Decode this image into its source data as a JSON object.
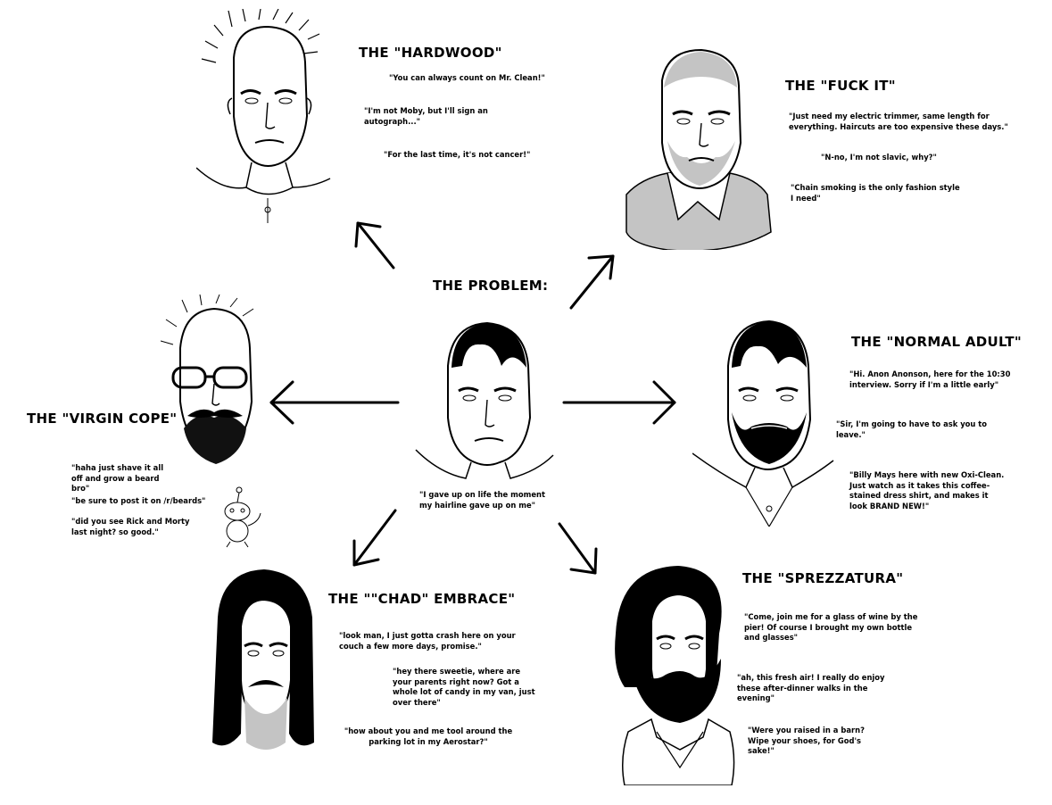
{
  "center": {
    "title": "THE PROBLEM:",
    "quote": "\"I gave up on life the moment my hairline gave up on me\""
  },
  "panels": {
    "hardwood": {
      "title": "THE \"HARDWOOD\"",
      "quotes": [
        "\"You can always count on Mr. Clean!\"",
        "\"I'm not Moby, but I'll sign an autograph...\"",
        "\"For the last time, it's not cancer!\""
      ]
    },
    "fuckit": {
      "title": "THE \"FUCK IT\"",
      "quotes": [
        "\"Just need my electric trimmer, same length for everything. Haircuts are too expensive these days.\"",
        "\"N-no, I'm not slavic, why?\"",
        "\"Chain smoking is the only fashion style I need\""
      ]
    },
    "normaladult": {
      "title": "THE \"NORMAL ADULT\"",
      "quotes": [
        "\"Hi. Anon Anonson, here for the 10:30 interview. Sorry if I'm a little early\"",
        "\"Sir, I'm going to have to ask you to leave.\"",
        "\"Billy Mays here with new Oxi-Clean. Just watch as it takes this coffee-stained dress shirt, and makes it look BRAND NEW!\""
      ]
    },
    "virgincope": {
      "title": "THE \"VIRGIN COPE\"",
      "quotes": [
        "\"haha just shave it all off and grow a beard bro\"",
        "\"be sure to post it on /r/beards\"",
        "\"did you see Rick and Morty last night? so good.\""
      ]
    },
    "chad": {
      "title": "THE \"\"CHAD\" EMBRACE\"",
      "quotes": [
        "\"look man, I just gotta crash here on your couch a few more days, promise.\"",
        "\"hey there sweetie, where are your parents right now? Got a whole lot of candy in my van, just over there\"",
        "\"how about you and me tool around the parking lot in my Aerostar?\""
      ]
    },
    "sprezzatura": {
      "title": "THE \"SPREZZATURA\"",
      "quotes": [
        "\"Come, join me for a glass of wine by the pier! Of course I brought my own bottle and glasses\"",
        "\"ah, this fresh air! I really do enjoy these after-dinner walks in the evening\"",
        "\"Were you raised in a barn? Wipe your shoes, for God's sake!\""
      ]
    }
  },
  "colors": {
    "ink": "#000000",
    "gray": "#c4c4c4",
    "paper": "#ffffff"
  }
}
